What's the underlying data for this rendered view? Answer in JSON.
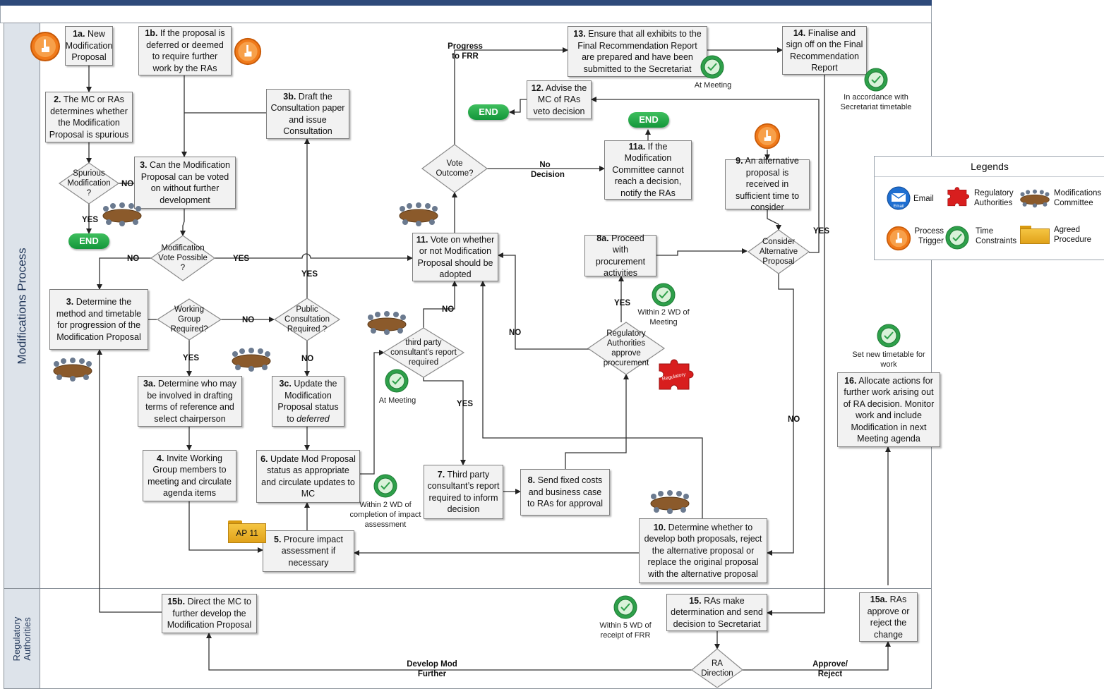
{
  "lanes": {
    "modifications": "Modifications Process",
    "regulatory": "Regulatory\nAuthorities"
  },
  "colors": {
    "header": "#2e4a7a",
    "end_green": "#1fa64a",
    "trigger_orange": "#f07a1a",
    "clock_green": "#2ea04a",
    "folder_gold": "#e8a920",
    "puzzle_red": "#d81e1e"
  },
  "nodes": {
    "n1a": {
      "num": "1a.",
      "text": "New Modification Proposal"
    },
    "n1b": {
      "num": "1b.",
      "text": "If the proposal is deferred  or deemed to require further work by the RAs"
    },
    "n2": {
      "num": "2.",
      "text": " The MC or RAs determines whether the Modification Proposal is spurious"
    },
    "n3q": {
      "num": "3.",
      "text": "Can the Modification Proposal can be voted on without further development"
    },
    "n3b": {
      "num": "3b.",
      "text": "Draft the Consultation paper and issue Consultation"
    },
    "n3": {
      "num": "3.",
      "text": "Determine the method and timetable for progression of the Modification Proposal"
    },
    "n3a": {
      "num": "3a.",
      "text": "Determine  who may be involved in drafting terms of reference and select chairperson"
    },
    "n3c_pre": "Update the Modification Proposal status to ",
    "n3c_num": "3c.",
    "n3c_em": "deferred",
    "n4": {
      "num": "4.",
      "text": "Invite Working Group members to meeting and circulate agenda items"
    },
    "n5": {
      "num": "5.",
      "text": "Procure impact assessment if necessary"
    },
    "n6": {
      "num": "6.",
      "text": "Update Mod Proposal status as appropriate and circulate updates to MC"
    },
    "n7": {
      "num": "7.",
      "text": "Third party consultant’s report required to inform decision"
    },
    "n8": {
      "num": "8.",
      "text": "Send fixed costs and business case to RAs for approval"
    },
    "n8a": {
      "num": "8a.",
      "text": "Proceed with procurement activities"
    },
    "n9": {
      "num": "9.",
      "text": "An alternative proposal is received in sufficient time to consider"
    },
    "n10": {
      "num": "10.",
      "text": "Determine whether to develop both proposals, reject the alternative proposal or replace the original proposal with the alternative proposal"
    },
    "n11": {
      "num": "11.",
      "text": "Vote on whether or not Modification Proposal should be adopted"
    },
    "n11a": {
      "num": "11a.",
      "text": "If the Modification Committee cannot reach a decision, notify the RAs"
    },
    "n12": {
      "num": "12.",
      "text": "Advise the MC of RAs veto decision"
    },
    "n13": {
      "num": "13.",
      "text": "Ensure that all exhibits to the Final Recommendation Report are prepared and have been submitted to the Secretariat"
    },
    "n14": {
      "num": "14.",
      "text": "Finalise and sign off on the Final Recommendation Report"
    },
    "n15": {
      "num": "15.",
      "text": "RAs make determination and send decision to Secretariat"
    },
    "n15a": {
      "num": "15a.",
      "text": "RAs approve or reject the change"
    },
    "n15b": {
      "num": "15b.",
      "text": "Direct the MC to further develop the Modification Proposal"
    },
    "n16": {
      "num": "16.",
      "text": "Allocate actions for further work arising out of RA decision. Monitor work and include Modification in next Meeting agenda"
    }
  },
  "decisions": {
    "spurious": "Spurious Modification ?",
    "vote_possible": "Modification Vote Possible ?",
    "working_group": "Working Group Required?",
    "public_consult": "Public Consultation Required ?",
    "third_party": "third party consultant’s report required",
    "vote_outcome": "Vote Outcome?",
    "ra_approve": "Regulatory Authorities approve procurement",
    "consider_alt": "Consider Alternative Proposal",
    "ra_direction": "RA Direction"
  },
  "end_label": "END",
  "edge_labels": {
    "no": "NO",
    "yes": "YES",
    "no_decision": "No Decision",
    "progress_frr": "Progress to FRR",
    "develop_mod": "Develop Mod Further",
    "approve_reject": "Approve/ Reject"
  },
  "time_notes": {
    "at_meeting_13": "At Meeting",
    "accordance": "In accordance with Secretariat timetable",
    "within_2wd_meeting": "Within 2 WD of Meeting",
    "at_meeting_3p": "At Meeting",
    "within_2wd_impact": "Within 2 WD of completion of impact assessment",
    "set_timetable": "Set new timetable for work",
    "within_5wd": "Within 5 WD of receipt of FRR"
  },
  "folder_label": "AP 11",
  "puzzle_label": "Regulatory",
  "legend": {
    "title": "Legends",
    "email": "Email",
    "regulatory": "Regulatory Authorities",
    "committee": "Modifications Committee",
    "process_trigger": "Process Trigger",
    "time_constraints": "Time Constraints",
    "agreed_procedure": "Agreed Procedure"
  },
  "email_icon_text": "Email"
}
